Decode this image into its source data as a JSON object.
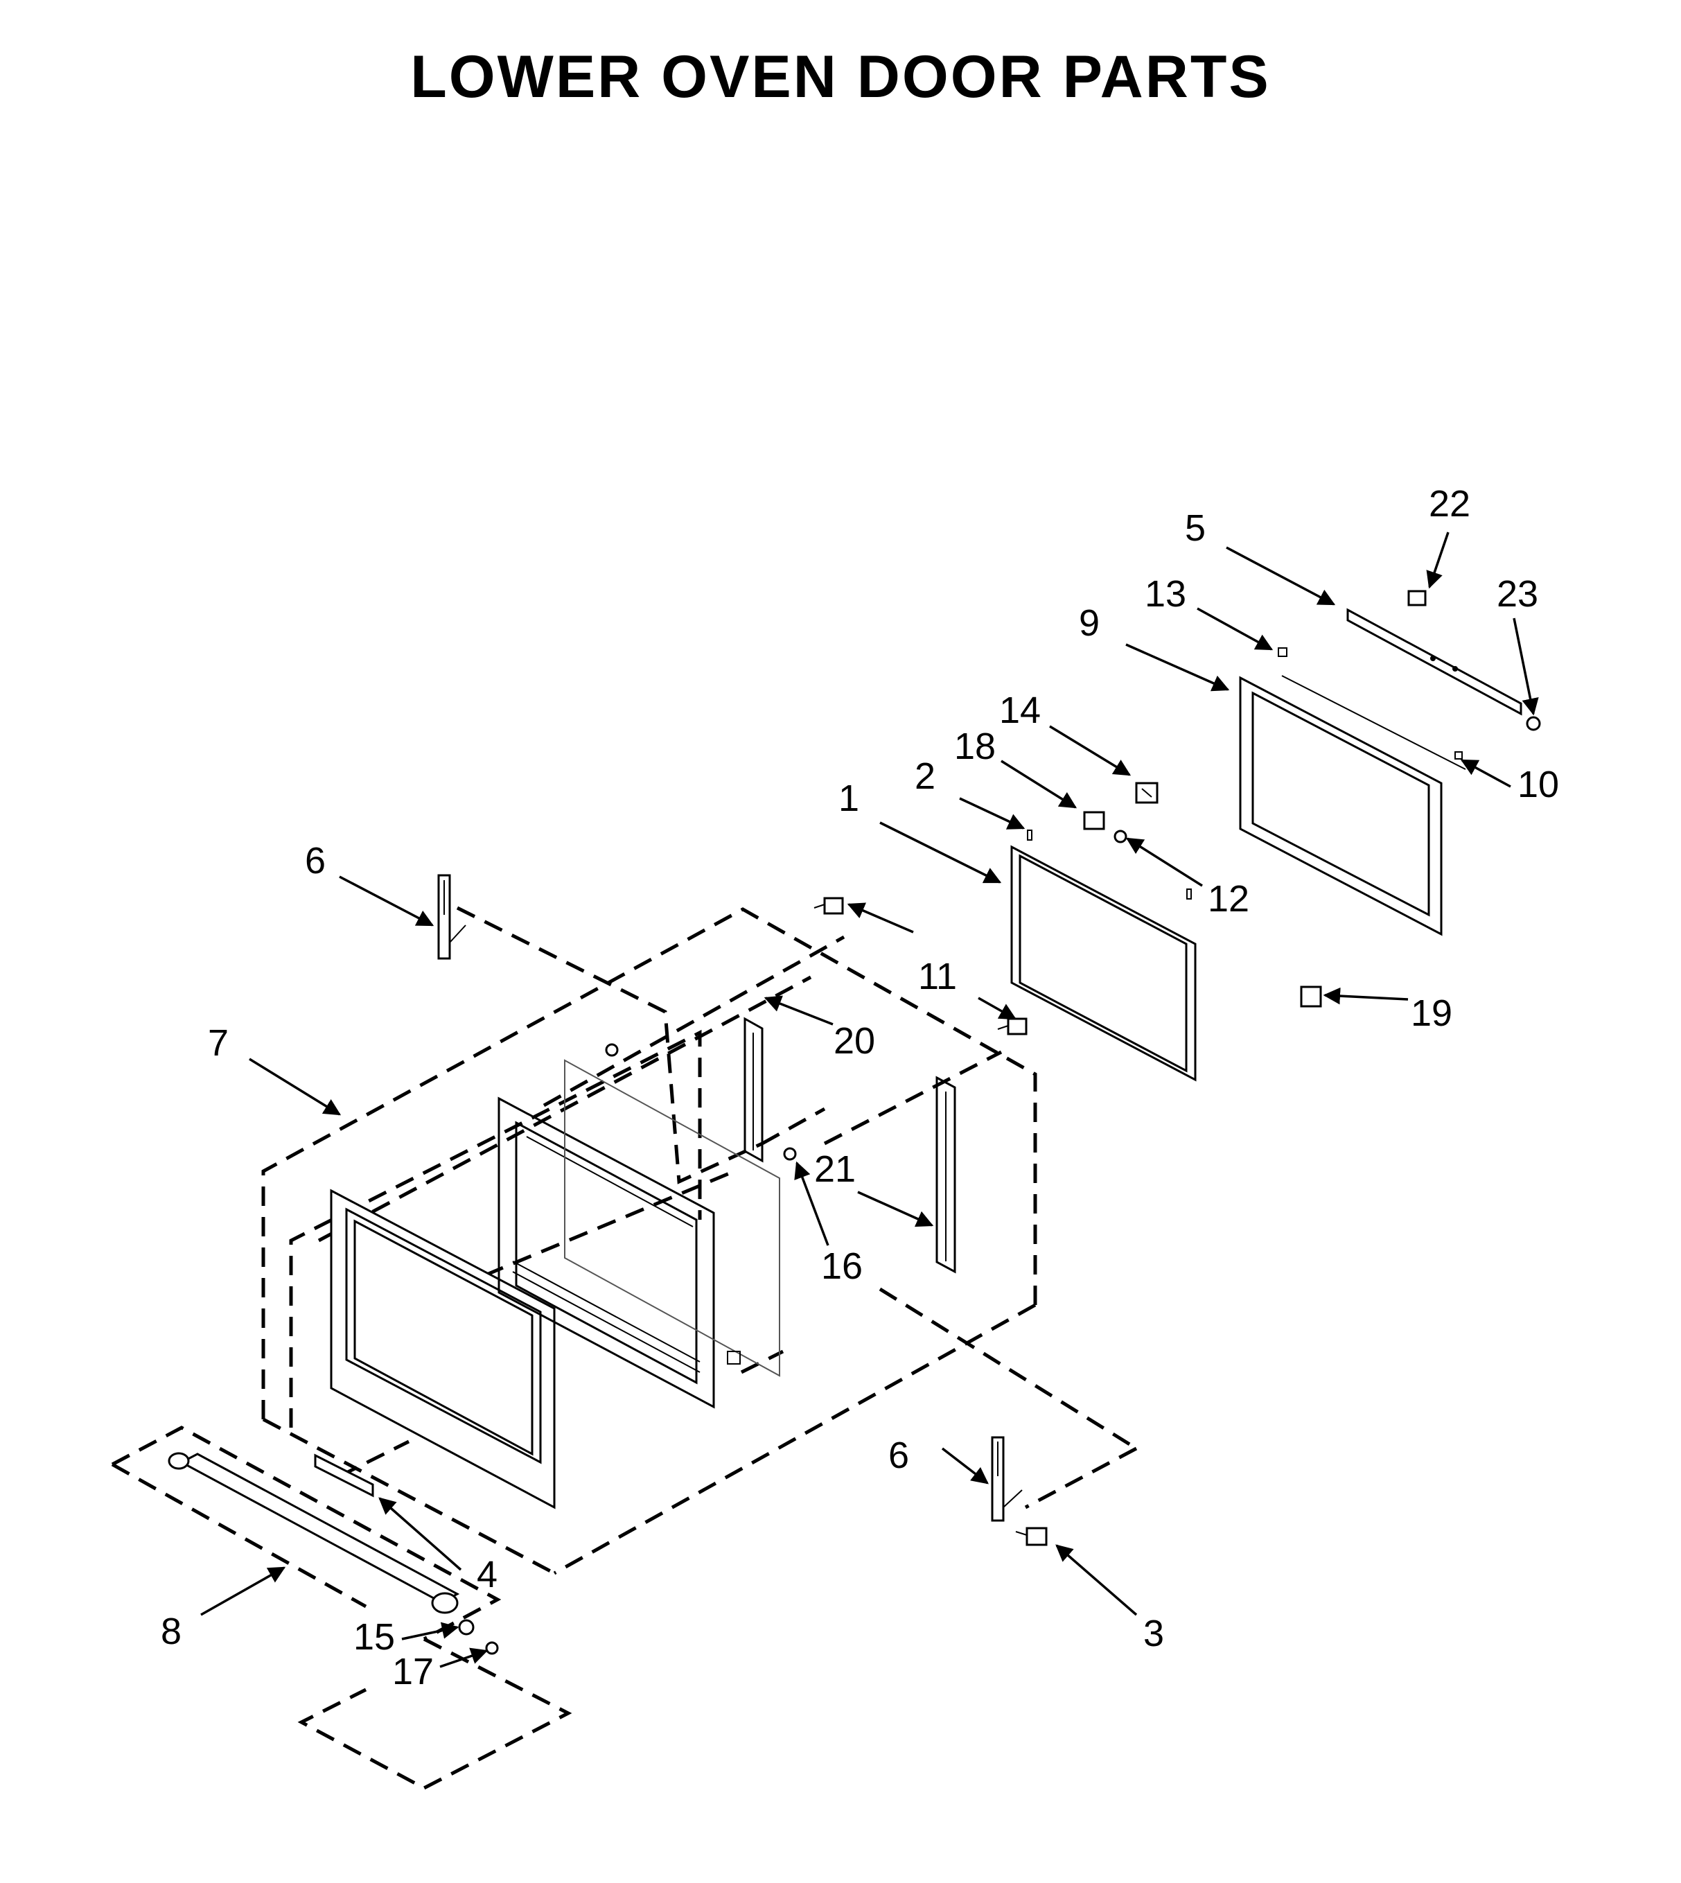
{
  "title": "LOWER OVEN DOOR PARTS",
  "callouts": [
    {
      "id": "c1",
      "label": "1"
    },
    {
      "id": "c2",
      "label": "2"
    },
    {
      "id": "c3",
      "label": "3"
    },
    {
      "id": "c4",
      "label": "4"
    },
    {
      "id": "c5",
      "label": "5"
    },
    {
      "id": "c6a",
      "label": "6"
    },
    {
      "id": "c6b",
      "label": "6"
    },
    {
      "id": "c7",
      "label": "7"
    },
    {
      "id": "c8",
      "label": "8"
    },
    {
      "id": "c9",
      "label": "9"
    },
    {
      "id": "c10",
      "label": "10"
    },
    {
      "id": "c11",
      "label": "11"
    },
    {
      "id": "c12",
      "label": "12"
    },
    {
      "id": "c13",
      "label": "13"
    },
    {
      "id": "c14",
      "label": "14"
    },
    {
      "id": "c15",
      "label": "15"
    },
    {
      "id": "c16",
      "label": "16"
    },
    {
      "id": "c17",
      "label": "17"
    },
    {
      "id": "c18",
      "label": "18"
    },
    {
      "id": "c19",
      "label": "19"
    },
    {
      "id": "c20",
      "label": "20"
    },
    {
      "id": "c21",
      "label": "21"
    },
    {
      "id": "c22",
      "label": "22"
    },
    {
      "id": "c23",
      "label": "23"
    }
  ]
}
